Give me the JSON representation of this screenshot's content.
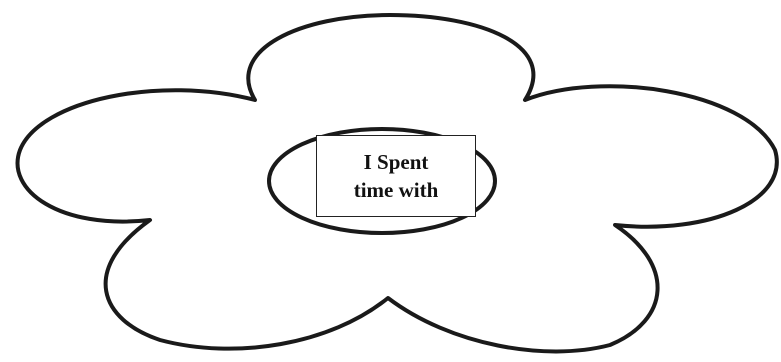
{
  "diagram": {
    "center_label": {
      "line1": "I Spent",
      "line2": "time with"
    },
    "outline_color": "#1a1a1a",
    "fill_color": "#ffffff",
    "petal_count": 5
  }
}
